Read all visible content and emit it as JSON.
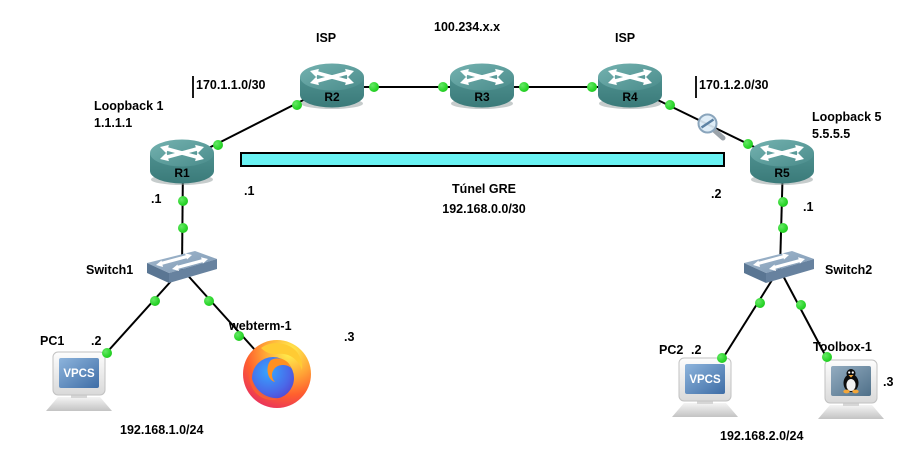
{
  "nodes": {
    "r1": {
      "label": "R1"
    },
    "r2": {
      "label": "R2"
    },
    "r3": {
      "label": "R3"
    },
    "r4": {
      "label": "R4"
    },
    "r5": {
      "label": "R5"
    },
    "switch1": {
      "label": "Switch1"
    },
    "switch2": {
      "label": "Switch2"
    },
    "pc1": {
      "label": "PC1",
      "screen_text": "VPCS"
    },
    "pc2": {
      "label": "PC2",
      "screen_text": "VPCS"
    },
    "webterm1": {
      "label": "webterm-1"
    },
    "toolbox1": {
      "label": "Toolbox-1"
    }
  },
  "annotations": {
    "isp_left": "ISP",
    "wan_network": "100.234.x.x",
    "isp_right": "ISP",
    "subnet_r1_r2": "170.1.1.0/30",
    "subnet_r4_r5": "170.1.2.0/30",
    "loopback1_name": "Loopback 1",
    "loopback1_ip": "1.1.1.1",
    "loopback5_name": "Loopback 5",
    "loopback5_ip": "5.5.5.5",
    "tunnel_name": "Túnel GRE",
    "tunnel_subnet": "192.168.0.0/30",
    "tunnel_ip_left": ".1",
    "tunnel_ip_right": ".2",
    "r1_lan_ip": ".1",
    "r5_lan_ip": ".1",
    "pc1_ip": ".2",
    "webterm1_ip": ".3",
    "pc2_ip": ".2",
    "toolbox1_ip": ".3",
    "lan1_subnet": "192.168.1.0/24",
    "lan2_subnet": "192.168.2.0/24"
  },
  "colors": {
    "background": "#ffffff",
    "link": "#000000",
    "status_up": "#2bd62b",
    "tunnel_fill": "#69f2f3",
    "router_body": "#4e908f",
    "switch_body": "#7e99b4"
  }
}
